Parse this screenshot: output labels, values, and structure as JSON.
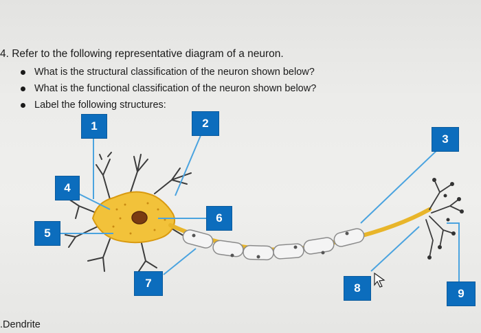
{
  "question": {
    "title": "4. Refer to the following representative diagram of a neuron.",
    "bullets": [
      "What is the structural classification of the neuron shown below?",
      "What is the functional classification of the neuron shown below?",
      "Label the following structures:"
    ]
  },
  "labels": [
    "1",
    "2",
    "3",
    "4",
    "5",
    "6",
    "7",
    "8",
    "9"
  ],
  "answer_line": ".Dendrite",
  "colors": {
    "label_box": "#0c6dbd",
    "leader_line": "#4aa3df",
    "cell_body": "#f2c23a",
    "nucleus": "#7a3b12",
    "myelin": "#f4f4f4"
  }
}
